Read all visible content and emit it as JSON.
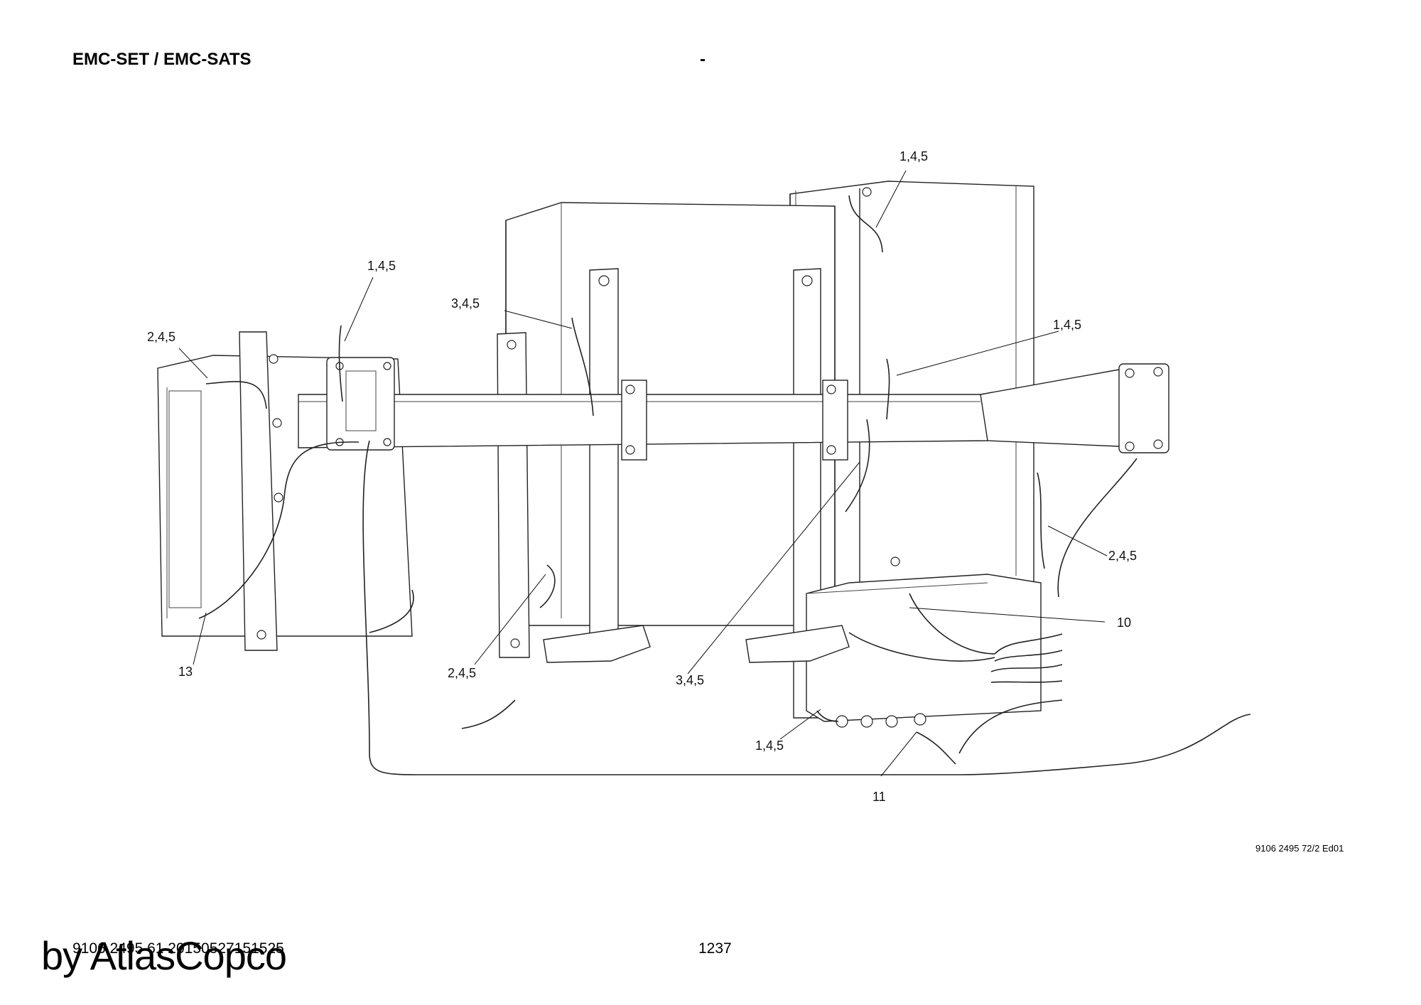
{
  "header": {
    "title": "EMC-SET / EMC-SATS",
    "dash": "-"
  },
  "footer": {
    "doc_id": "9106 2495 61 20150527151525",
    "page_number": "1237",
    "drawing_ref": "9106 2495 72/2 Ed01",
    "watermark": "by AtlasCopco"
  },
  "callouts": [
    "1,4,5",
    "1,4,5",
    "3,4,5",
    "2,4,5",
    "1,4,5",
    "2,4,5",
    "10",
    "13",
    "2,4,5",
    "3,4,5",
    "1,4,5",
    "11"
  ]
}
